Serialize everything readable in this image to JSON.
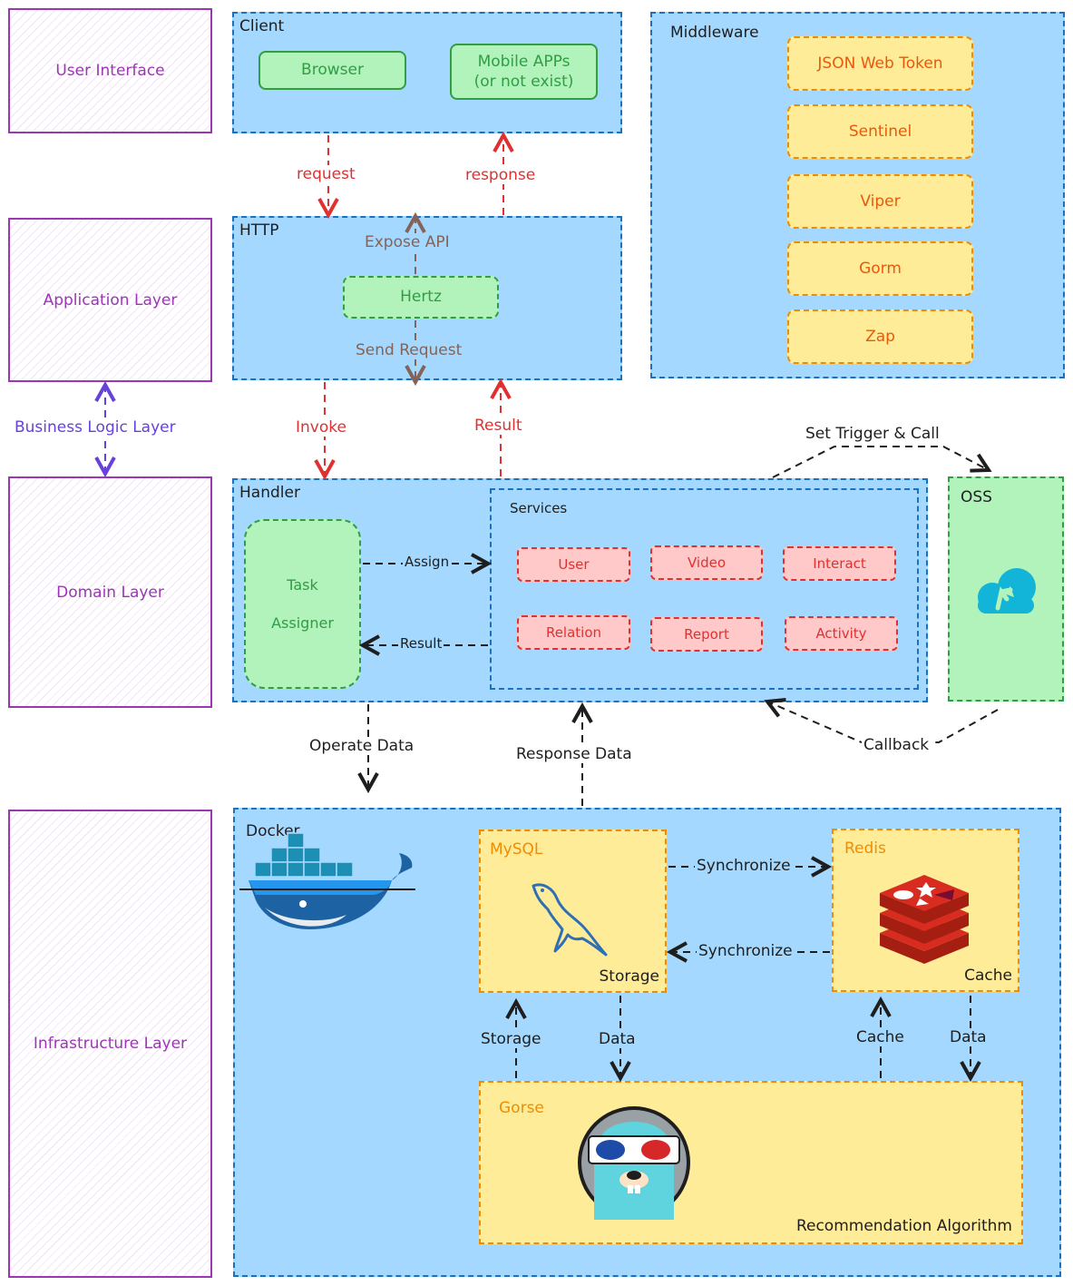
{
  "layers": {
    "user_interface": "User Interface",
    "application": "Application Layer",
    "business_logic": "Business Logic Layer",
    "domain": "Domain Layer",
    "infrastructure": "Infrastructure Layer"
  },
  "client": {
    "title": "Client",
    "browser": "Browser",
    "mobile_line1": "Mobile APPs",
    "mobile_line2": "(or not exist)"
  },
  "middleware": {
    "title": "Middleware",
    "items": [
      "JSON Web Token",
      "Sentinel",
      "Viper",
      "Gorm",
      "Zap"
    ]
  },
  "http": {
    "title": "HTTP",
    "framework": "Hertz",
    "expose": "Expose API",
    "send": "Send Request"
  },
  "edges": {
    "request": "request",
    "response": "response",
    "invoke": "Invoke",
    "result": "Result",
    "set_trigger": "Set Trigger & Call",
    "callback": "Callback",
    "assign": "Assign",
    "result_back": "Result",
    "operate": "Operate Data",
    "response_data": "Response Data",
    "sync_right": "Synchronize",
    "sync_left": "Synchronize",
    "storage": "Storage",
    "data_left": "Data",
    "cache": "Cache",
    "data_right": "Data"
  },
  "handler": {
    "title": "Handler",
    "task_line1": "Task",
    "task_line2": "Assigner",
    "services_title": "Services",
    "services": [
      "User",
      "Video",
      "Interact",
      "Relation",
      "Report",
      "Activity"
    ]
  },
  "oss": {
    "title": "OSS"
  },
  "infra": {
    "docker": "Docker",
    "mysql": {
      "title": "MySQL",
      "role": "Storage"
    },
    "redis": {
      "title": "Redis",
      "role": "Cache"
    },
    "gorse": {
      "title": "Gorse",
      "role": "Recommendation Algorithm"
    }
  },
  "colors": {
    "region_fill": "#a5d8ff",
    "region_stroke": "#1971c2",
    "layer_stroke": "#9c36b5",
    "green_fill": "#b2f2bb",
    "green_stroke": "#2f9e44",
    "yellow_fill": "#ffec99",
    "yellow_stroke": "#f08c00",
    "red_fill": "#ffc9c9",
    "red_stroke": "#e03131"
  }
}
